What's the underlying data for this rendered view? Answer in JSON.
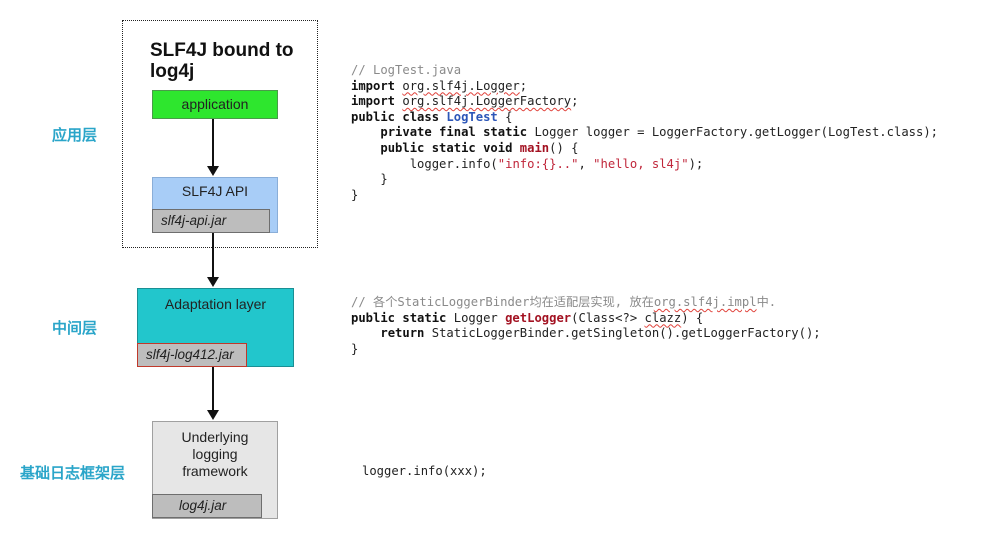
{
  "layers": {
    "app": "应用层",
    "middle": "中间层",
    "base": "基础日志框架层"
  },
  "diagram": {
    "title": "SLF4J bound to log4j",
    "application": "application",
    "slf4j_api": "SLF4J API",
    "slf4j_api_jar": "slf4j-api.jar",
    "adaptation": "Adaptation layer",
    "adaptation_jar": "slf4j-log412.jar",
    "underlying_1": "Underlying",
    "underlying_2": "logging",
    "underlying_3": "framework",
    "underlying_jar": "log4j.jar"
  },
  "colors": {
    "layer_label": "#2aa5c9",
    "application": "#2ee62e",
    "slf4j_api": "#a8cdf7",
    "adaptation": "#22c6cc",
    "underlying": "#e6e6e6",
    "jar": "#bdbdbd"
  },
  "code1": {
    "comment": "// LogTest.java",
    "kw_import": "import",
    "import1": "org.slf4j.Logger",
    "import2": "org.slf4j.LoggerFactory",
    "semi": ";",
    "kw_public_class": "public class",
    "class_name": "LogTest",
    "brace_open": " {",
    "kw_private_final_static": "private final static",
    "field_rest": " Logger logger = LoggerFactory.getLogger(LogTest.class);",
    "kw_public_static_void": "public static void",
    "main_name": "main",
    "main_rest": "() {",
    "info_prefix": "logger.info(",
    "str1": "\"info:{}..\"",
    "comma": ", ",
    "str2": "\"hello, sl4j\"",
    "info_suffix": ");",
    "close_inner": "}",
    "close_outer": "}"
  },
  "code2": {
    "comment_prefix": "// 各个StaticLoggerBinder均在适配层实现, 放在",
    "comment_pkg": "org.slf4j.impl",
    "comment_suffix": "中.",
    "kw_public_static": "public static",
    "ret_type": " Logger ",
    "method_name": "getLogger",
    "params_prefix": "(Class<?> ",
    "param_name": "clazz",
    "params_suffix": ") {",
    "kw_return": "return",
    "return_rest": " StaticLoggerBinder.getSingleton().getLoggerFactory();",
    "close": "}"
  },
  "code3": {
    "line": "logger.info(xxx);"
  }
}
